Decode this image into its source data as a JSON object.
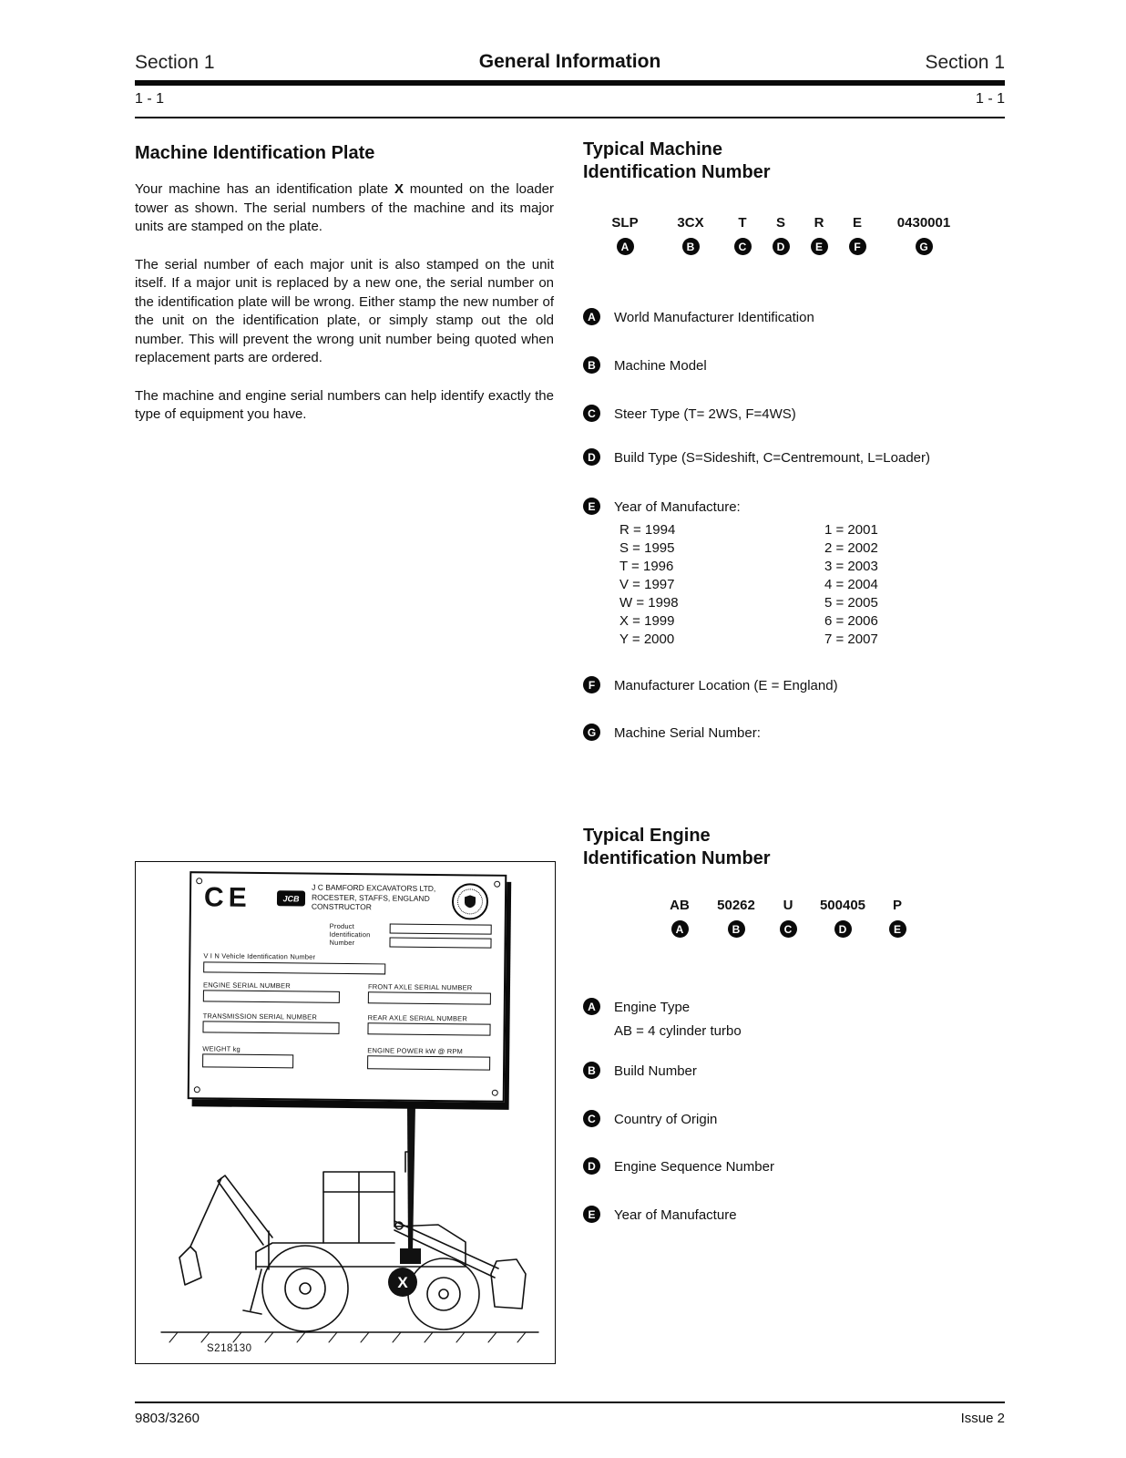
{
  "header": {
    "section_left": "Section 1",
    "title": "General Information",
    "section_right": "Section 1",
    "page_left": "1 - 1",
    "page_right": "1 - 1"
  },
  "footer": {
    "doc_number": "9803/3260",
    "issue": "Issue 2"
  },
  "left": {
    "heading": "Machine Identification Plate",
    "para1_a": "Your machine has an identification plate ",
    "para1_b": "X",
    "para1_c": " mounted on the loader tower as shown. The serial numbers of the machine and its major units are stamped on the plate.",
    "para2": "The serial number of each major unit is also stamped on the unit itself. If a major unit is replaced by a new one, the serial number on the identification plate will be wrong. Either stamp the new number of the unit on the identification plate, or simply stamp out the old number. This will prevent the wrong unit number being quoted when replacement parts are ordered.",
    "para3": "The machine and engine serial numbers can help identify exactly the type of equipment you have.",
    "figure": {
      "plate": {
        "ce_mark": "CE",
        "jcb_logo": "JCB",
        "company": [
          "J C BAMFORD EXCAVATORS LTD,",
          "ROCESTER, STAFFS, ENGLAND",
          "CONSTRUCTOR"
        ],
        "product_id": [
          "Product",
          "Identification",
          "Number"
        ],
        "vin_label": "V I N   Vehicle Identification Number",
        "engine_serial": "ENGINE SERIAL NUMBER",
        "front_axle": "FRONT AXLE SERIAL NUMBER",
        "transmission": "TRANSMISSION SERIAL NUMBER",
        "rear_axle": "REAR AXLE SERIAL NUMBER",
        "weight": "WEIGHT kg",
        "engine_power": "ENGINE POWER kW @ RPM"
      },
      "marker": "X",
      "code": "S218130"
    }
  },
  "machine_id": {
    "title1": "Typical Machine",
    "title2": "Identification Number",
    "code_parts": [
      {
        "value": "SLP",
        "key": "A"
      },
      {
        "value": "3CX",
        "key": "B"
      },
      {
        "value": "T",
        "key": "C"
      },
      {
        "value": "S",
        "key": "D"
      },
      {
        "value": "R",
        "key": "E"
      },
      {
        "value": "E",
        "key": "F"
      },
      {
        "value": "0430001",
        "key": "G"
      }
    ],
    "items": [
      {
        "key": "A",
        "text": "World Manufacturer Identification"
      },
      {
        "key": "B",
        "text": "Machine Model"
      },
      {
        "key": "C",
        "text": "Steer Type (T= 2WS, F=4WS)"
      },
      {
        "key": "D",
        "text": "Build Type (S=Sideshift, C=Centremount, L=Loader)"
      },
      {
        "key": "E",
        "text": "Year of Manufacture:"
      },
      {
        "key": "F",
        "text": "Manufacturer Location (E = England)"
      },
      {
        "key": "G",
        "text": "Machine Serial Number:"
      }
    ],
    "years_left": [
      "R = 1994",
      "S = 1995",
      "T = 1996",
      "V = 1997",
      "W = 1998",
      "X = 1999",
      "Y = 2000"
    ],
    "years_right": [
      "1 = 2001",
      "2 = 2002",
      "3 = 2003",
      "4 = 2004",
      "5 = 2005",
      "6 = 2006",
      "7 = 2007"
    ]
  },
  "engine_id": {
    "title1": "Typical Engine",
    "title2": "Identification Number",
    "code_parts": [
      {
        "value": "AB",
        "key": "A"
      },
      {
        "value": "50262",
        "key": "B"
      },
      {
        "value": "U",
        "key": "C"
      },
      {
        "value": "500405",
        "key": "D"
      },
      {
        "value": "P",
        "key": "E"
      }
    ],
    "items": [
      {
        "key": "A",
        "text": "Engine Type",
        "sub": "AB = 4 cylinder turbo"
      },
      {
        "key": "B",
        "text": "Build Number"
      },
      {
        "key": "C",
        "text": "Country of Origin"
      },
      {
        "key": "D",
        "text": "Engine Sequence Number"
      },
      {
        "key": "E",
        "text": "Year of Manufacture"
      }
    ]
  }
}
